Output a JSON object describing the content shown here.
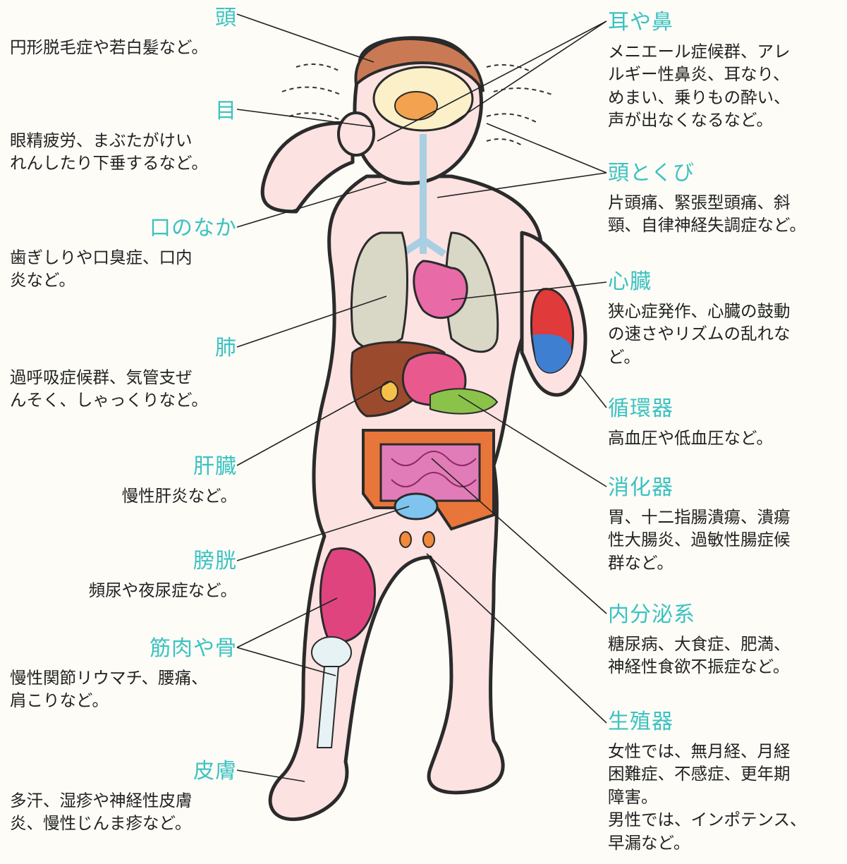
{
  "colors": {
    "heading": "#3cc2c2",
    "body_text": "#222222",
    "skin": "#fde2e2",
    "outline": "#2b2b2b"
  },
  "labels": {
    "head": {
      "title": "頭",
      "desc": "円形脱毛症や若白髪など。"
    },
    "eye": {
      "title": "目",
      "desc": "眼精疲労、まぶたがけい\nれんしたり下垂するなど。"
    },
    "mouth": {
      "title": "口のなか",
      "desc": "歯ぎしりや口臭症、口内\n炎など。"
    },
    "lung": {
      "title": "肺",
      "desc": "過呼吸症候群、気管支ぜ\nんそく、しゃっくりなど。"
    },
    "liver": {
      "title": "肝臓",
      "desc": "慢性肝炎など。"
    },
    "bladder": {
      "title": "膀胱",
      "desc": "頻尿や夜尿症など。"
    },
    "muscle": {
      "title": "筋肉や骨",
      "desc": "慢性関節リウマチ、腰痛、\n肩こりなど。"
    },
    "skin": {
      "title": "皮膚",
      "desc": "多汗、湿疹や神経性皮膚\n炎、慢性じんま疹など。"
    },
    "ear": {
      "title": "耳や鼻",
      "desc": "メニエール症候群、アレ\nルギー性鼻炎、耳なり、\nめまい、乗りもの酔い、\n声が出なくなるなど。"
    },
    "neck": {
      "title": "頭とくび",
      "desc": "片頭痛、緊張型頭痛、斜\n頸、自律神経失調症など。"
    },
    "heart": {
      "title": "心臓",
      "desc": "狭心症発作、心臓の鼓動\nの速さやリズムの乱れな\nど。"
    },
    "circulation": {
      "title": "循環器",
      "desc": "高血圧や低血圧など。"
    },
    "digestive": {
      "title": "消化器",
      "desc": "胃、十二指腸潰瘍、潰瘍\n性大腸炎、過敏性腸症候\n群など。"
    },
    "endocrine": {
      "title": "内分泌系",
      "desc": "糖尿病、大食症、肥満、\n神経性食欲不振症など。"
    },
    "reproductive": {
      "title": "生殖器",
      "desc": "女性では、無月経、月経\n困難症、不感症、更年期\n障害。\n男性では、インポテンス、\n早漏など。"
    }
  }
}
